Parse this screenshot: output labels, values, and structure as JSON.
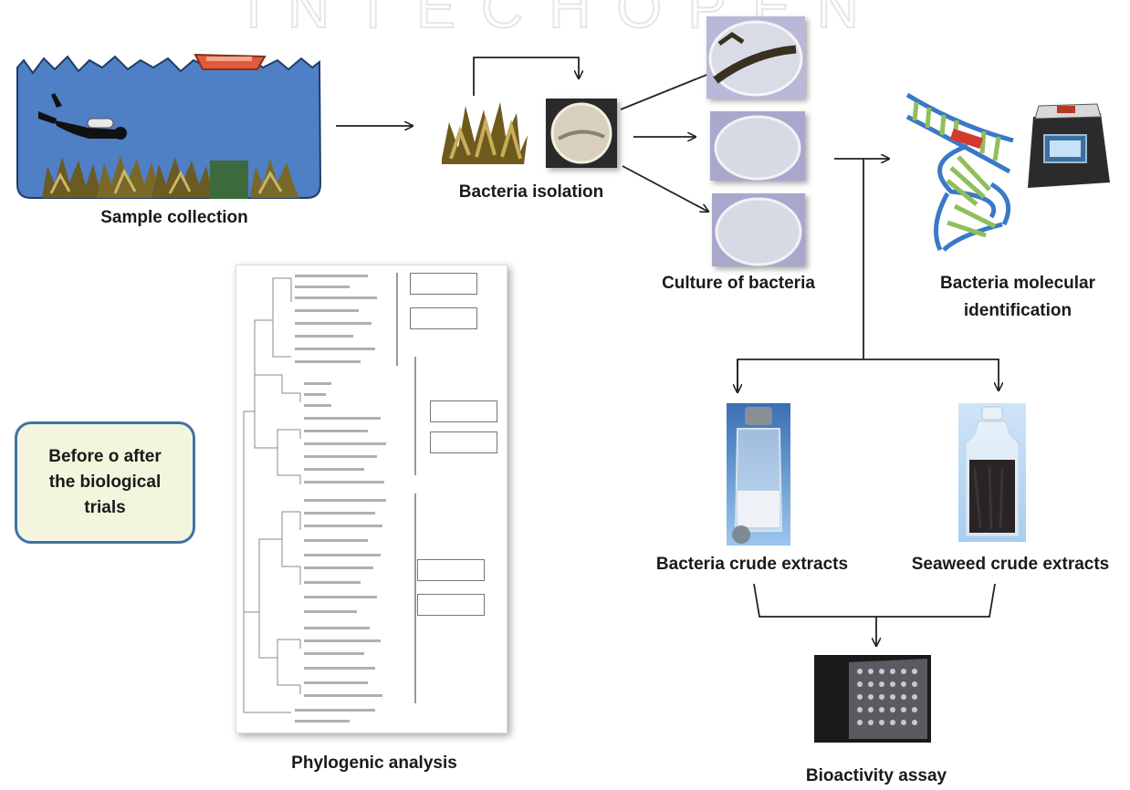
{
  "watermark": "INTECHOPEN",
  "steps": {
    "sample_collection": "Sample collection",
    "bacteria_isolation": "Bacteria isolation",
    "culture_of_bacteria": "Culture of bacteria",
    "molecular_identification_line1": "Bacteria molecular",
    "molecular_identification_line2": "identification",
    "bacteria_crude_extracts": "Bacteria crude extracts",
    "seaweed_crude_extracts": "Seaweed crude extracts",
    "bioactivity_assay": "Bioactivity assay",
    "phylogenic_analysis": "Phylogenic analysis"
  },
  "note": {
    "line1": "Before o after",
    "line2": "the biological",
    "line3": "trials"
  },
  "colors": {
    "sea": "#4f7fc4",
    "sea_border": "#1f3d66",
    "note_fill": "#f3f6dd",
    "note_border": "#3f72a8",
    "arrow": "#222222",
    "dna_green": "#8fbf5a",
    "dna_blue": "#3a78c8",
    "dna_red": "#d23a2a"
  },
  "icons": {
    "diver": "scuba-diver-icon",
    "boat": "boat-icon",
    "seaweed": "seaweed-icon",
    "petri_dish": "petri-dish-icon",
    "dna": "dna-helix-icon",
    "pcr_machine": "thermocycler-icon",
    "vial": "vial-icon",
    "jar": "jar-icon",
    "plate_reader": "microplate-icon"
  }
}
